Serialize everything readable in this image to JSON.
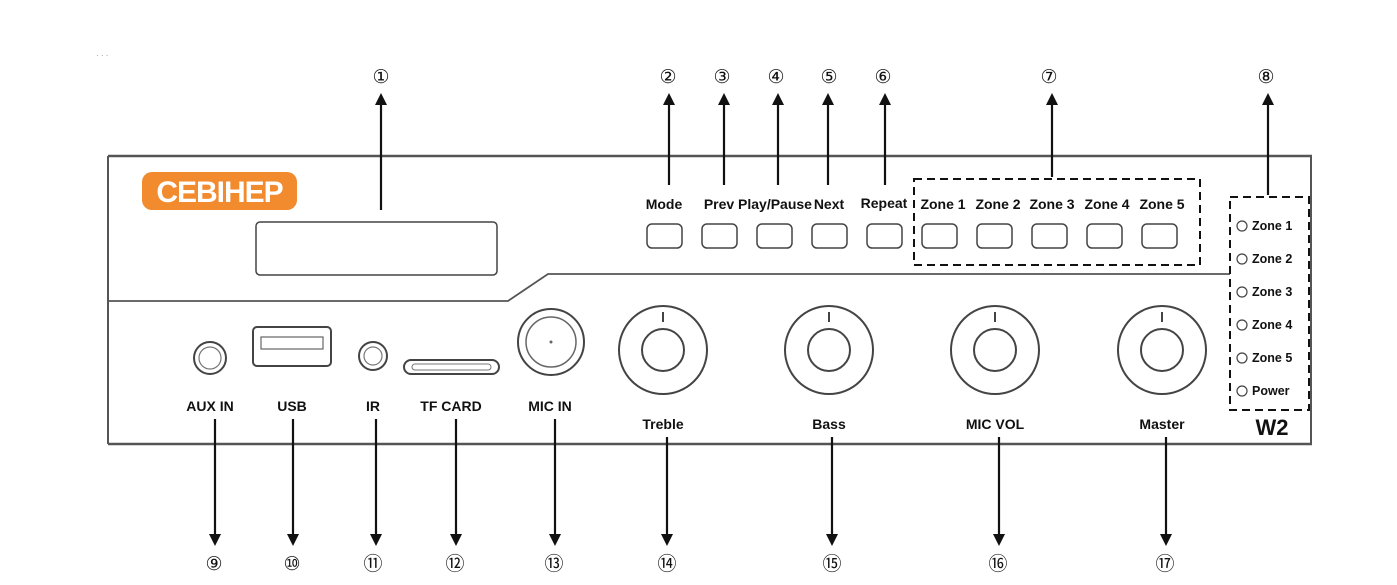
{
  "brand": "CEBIHEP",
  "brand_color": "#f28a2e",
  "model": "W2",
  "buttons": [
    "Mode",
    "Prev",
    "Play/Pause",
    "Next",
    "Repeat",
    "Zone 1",
    "Zone 2",
    "Zone 3",
    "Zone 4",
    "Zone 5"
  ],
  "indicators": [
    "Zone 1",
    "Zone 2",
    "Zone 3",
    "Zone 4",
    "Zone 5",
    "Power"
  ],
  "ports": [
    "AUX IN",
    "USB",
    "IR",
    "TF CARD",
    "MIC IN"
  ],
  "knobs": [
    "Treble",
    "Bass",
    "MIC VOL",
    "Master"
  ],
  "callouts_top": [
    "①",
    "②",
    "③",
    "④",
    "⑤",
    "⑥",
    "⑦",
    "⑧"
  ],
  "callouts_bottom": [
    "⑨",
    "⑩",
    "⑪",
    "⑫",
    "⑬",
    "⑭",
    "⑮",
    "⑯",
    "⑰"
  ]
}
